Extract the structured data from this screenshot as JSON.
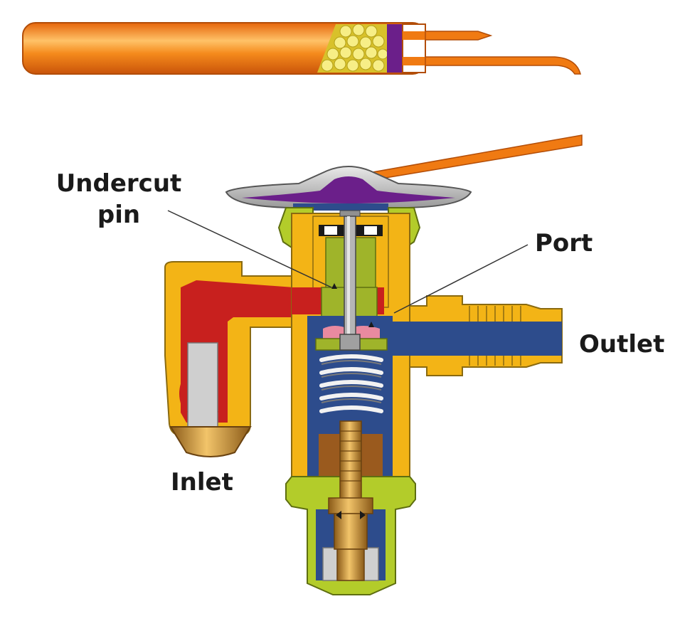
{
  "labels": {
    "undercut_line1": "Undercut",
    "undercut_line2": "pin",
    "port": "Port",
    "outlet": "Outlet",
    "inlet": "Inlet"
  },
  "colors": {
    "copper_tube": "#f07a12",
    "copper_highlight": "#ffc268",
    "body_yellow": "#f3b416",
    "body_outline": "#8a6a10",
    "inlet_red": "#c8201e",
    "outlet_blue": "#2d4c8c",
    "diaphragm_purple": "#6b1f8a",
    "cap_olive": "#b3cc2a",
    "pin_grey": "#a0a0a0",
    "brass": "#c98a2a",
    "filter_grey": "#cfcfcf",
    "bulb_charge": "#f2e66a"
  }
}
